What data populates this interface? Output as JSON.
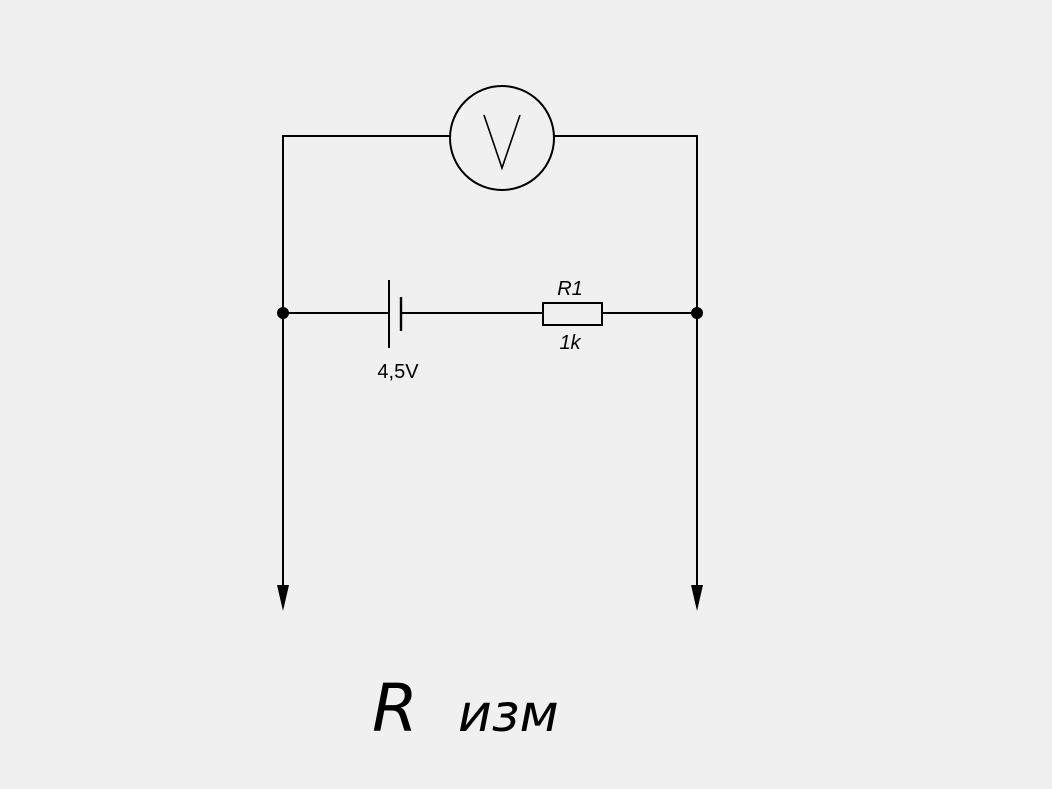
{
  "voltmeter": {
    "symbol": "V"
  },
  "battery": {
    "voltage_label": "4,5V"
  },
  "resistor": {
    "name": "R1",
    "value": "1k"
  },
  "caption": {
    "main": "R",
    "sub": "изм"
  },
  "colors": {
    "background": "#f0f0f0",
    "ink": "#000000"
  }
}
